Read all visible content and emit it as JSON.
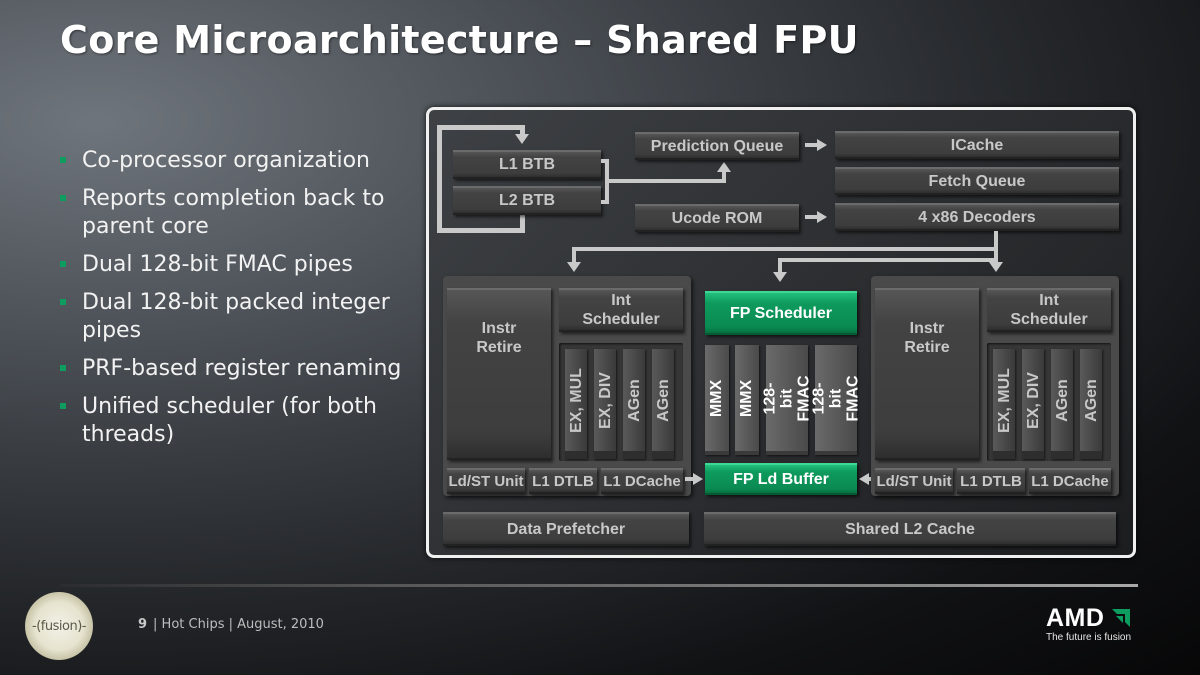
{
  "slide": {
    "title": "Core Microarchitecture – Shared FPU",
    "bullets": [
      "Co-processor organization",
      "Reports completion back to parent core",
      "Dual 128-bit FMAC pipes",
      "Dual 128-bit packed integer pipes",
      "PRF-based register renaming",
      "Unified scheduler (for both threads)"
    ],
    "bullet_color": "#0d9e5f"
  },
  "diagram": {
    "front_end": {
      "l1_btb": "L1 BTB",
      "l2_btb": "L2 BTB",
      "prediction_queue": "Prediction Queue",
      "ucode_rom": "Ucode ROM",
      "icache": "ICache",
      "fetch_queue": "Fetch Queue",
      "decoders": "4 x86 Decoders"
    },
    "core_left": {
      "instr_retire": "Instr Retire",
      "int_scheduler": "Int Scheduler",
      "pipes": [
        "EX, MUL",
        "EX, DIV",
        "AGen",
        "AGen"
      ],
      "ldst": "Ld/ST Unit",
      "dtlb": "L1 DTLB",
      "dcache": "L1 DCache"
    },
    "fpu": {
      "scheduler": "FP Scheduler",
      "pipes": [
        "MMX",
        "MMX",
        "128-bit FMAC",
        "128-bit FMAC"
      ],
      "ld_buffer": "FP Ld Buffer",
      "accent_color": "#0e9a5d"
    },
    "core_right": {
      "instr_retire": "Instr Retire",
      "int_scheduler": "Int Scheduler",
      "pipes": [
        "EX, MUL",
        "EX, DIV",
        "AGen",
        "AGen"
      ],
      "ldst": "Ld/ST Unit",
      "dtlb": "L1 DTLB",
      "dcache": "L1 DCache"
    },
    "bottom": {
      "data_prefetcher": "Data Prefetcher",
      "shared_l2": "Shared L2 Cache"
    }
  },
  "footer": {
    "page_number": "9",
    "text": "| Hot Chips | August, 2010",
    "fusion_logo_text": "-(fusion)-",
    "brand": "AMD",
    "brand_color": "#0d9e5f",
    "tagline": "The future is fusion"
  }
}
